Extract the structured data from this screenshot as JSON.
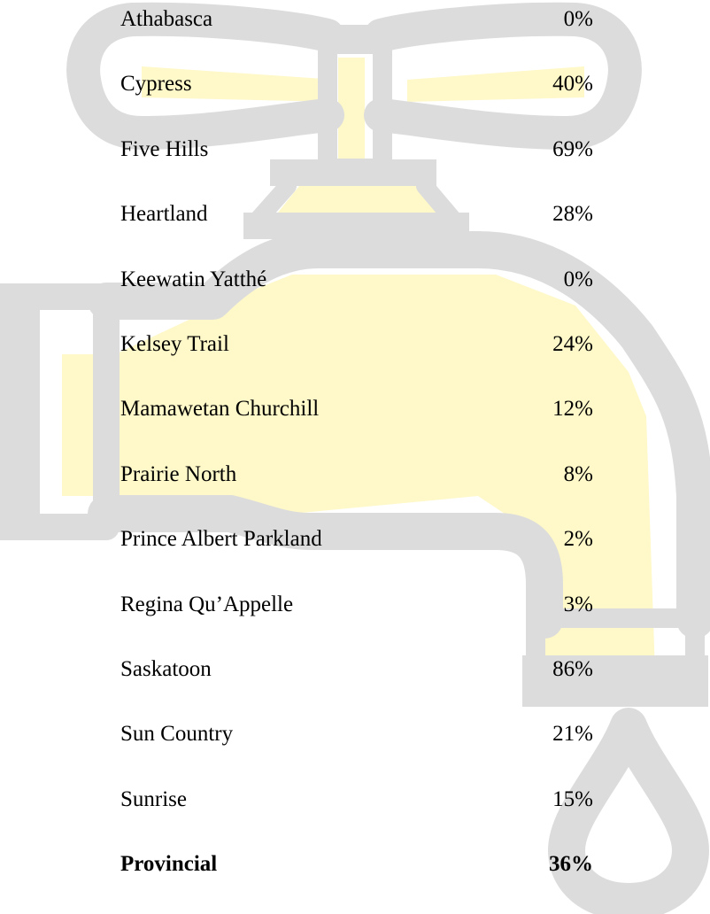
{
  "colors": {
    "faucet_outline": "#dcdcdc",
    "water_fill": "#fff8c8",
    "text": "#000000"
  },
  "icons": [
    "faucet-icon",
    "water-drop-icon"
  ],
  "chart_data": {
    "type": "table",
    "title": "",
    "columns": [
      "",
      ""
    ],
    "rows": [
      {
        "name": "Athabasca",
        "value": "0%"
      },
      {
        "name": "Cypress",
        "value": "40%"
      },
      {
        "name": "Five Hills",
        "value": "69%"
      },
      {
        "name": "Heartland",
        "value": "28%"
      },
      {
        "name": "Keewatin Yatthé",
        "value": "0%"
      },
      {
        "name": "Kelsey Trail",
        "value": "24%"
      },
      {
        "name": "Mamawetan Churchill",
        "value": "12%"
      },
      {
        "name": "Prairie North",
        "value": "8%"
      },
      {
        "name": "Prince Albert Parkland",
        "value": "2%"
      },
      {
        "name": "Regina Qu’Appelle",
        "value": "3%"
      },
      {
        "name": "Saskatoon",
        "value": "86%"
      },
      {
        "name": "Sun Country",
        "value": "21%"
      },
      {
        "name": "Sunrise",
        "value": "15%"
      },
      {
        "name": "Provincial",
        "value": "36%",
        "emphasis": "bold"
      }
    ],
    "fill_level": 0.36
  }
}
